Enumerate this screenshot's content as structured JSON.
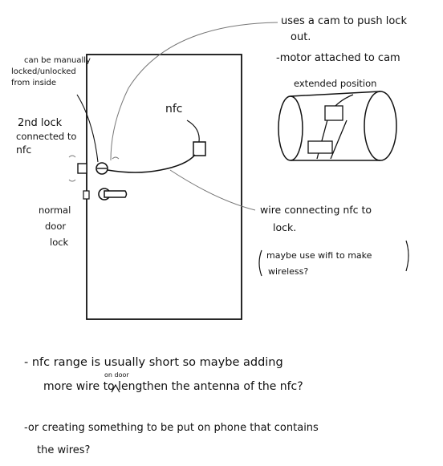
{
  "labels": {
    "manual_lock_line1": "can be manually",
    "manual_lock_line2": "locked/unlocked",
    "manual_lock_line3": "from inside",
    "second_lock_line1": "2nd lock",
    "second_lock_line2": "connected to",
    "second_lock_line3": "nfc",
    "normal_lock_line1": "normal",
    "normal_lock_line2": "door",
    "normal_lock_line3": "lock",
    "nfc": "nfc",
    "cam_line1": "uses a cam to push lock",
    "cam_line2": "out.",
    "motor": "-motor attached to cam",
    "extended": "extended position",
    "wire_line1": "wire connecting nfc to",
    "wire_line2": "lock.",
    "wifi_line1": "maybe use wifi to make",
    "wifi_line2": "wireless?"
  },
  "notes": {
    "note1_line1": "- nfc range is usually short so maybe adding",
    "note1_insert": "on door",
    "note1_line2": "more wire to lengthen the antenna of the nfc?",
    "note2_line1": "-or creating something to be put on phone that contains",
    "note2_line2": "the wires?"
  }
}
